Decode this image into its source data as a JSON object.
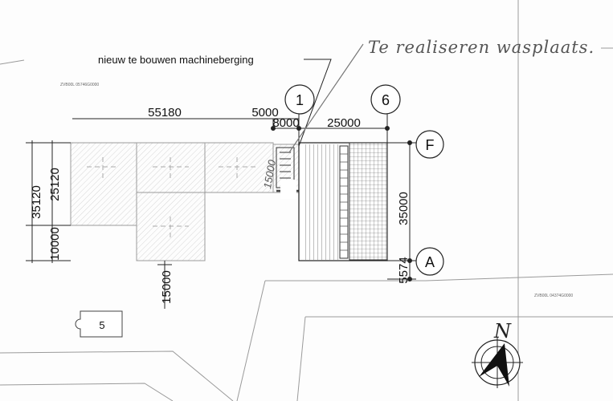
{
  "drawing": {
    "label_new_building": "nieuw te bouwen machineberging",
    "label_washing_place": "Te realiseren wasplaats.",
    "grid_axes": [
      "1",
      "6",
      "F",
      "A"
    ],
    "dimensions": {
      "total_width": "55180",
      "offset": "5000",
      "span_1": "8000",
      "span_2": "25000",
      "depth": "35000",
      "setback": "5574",
      "left_total": "35120",
      "left_upper": "25120",
      "left_lower": "10000",
      "lower_depth": "15000",
      "handwritten_width": "15000"
    },
    "parcel_codes": [
      "ZVB00L 05746G0000",
      "ZVB00L 04374G0000"
    ],
    "house_number": "5",
    "north_label": "N"
  }
}
